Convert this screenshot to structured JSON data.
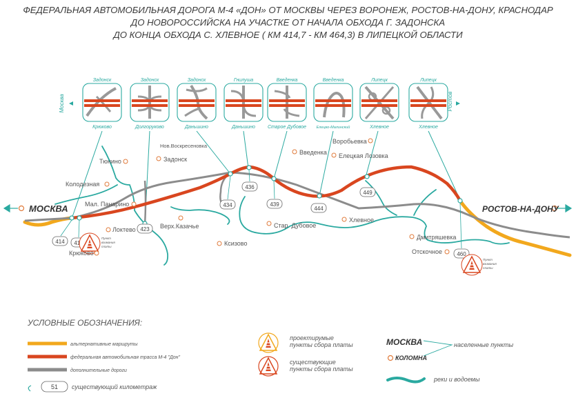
{
  "title": [
    "ФЕДЕРАЛЬНАЯ АВТОМОБИЛЬНАЯ ДОРОГА М-4 «ДОН» ОТ МОСКВЫ ЧЕРЕЗ ВОРОНЕЖ, РОСТОВ-НА-ДОНУ, КРАСНОДАР",
    "ДО НОВОРОССИЙСКА НА УЧАСТКЕ ОТ НАЧАЛА ОБХОДА Г. ЗАДОНСКА",
    "ДО КОНЦА ОБХОДА С. ХЛЕВНОЕ ( КМ 414,7 - КМ 464,3) В ЛИПЕЦКОЙ ОБЛАСТИ"
  ],
  "direction_labels": {
    "left": "Москва",
    "right": "Ростов"
  },
  "interchanges": [
    {
      "top": "Задонск",
      "bottom": "Крюково"
    },
    {
      "top": "Задонск",
      "bottom": "Долгоруково"
    },
    {
      "top": "Задонск",
      "bottom": "Даньшино"
    },
    {
      "top": "Гнилуша",
      "bottom": "Даньшино"
    },
    {
      "top": "Введенка",
      "bottom": "Старое Дубовое"
    },
    {
      "top": "Введенка",
      "bottom": "Елецко-Малинский"
    },
    {
      "top": "Липецк",
      "bottom": "Хлевное"
    },
    {
      "top": "Липецк",
      "bottom": "Хлевное"
    }
  ],
  "endpoints": {
    "left": "МОСКВА",
    "right": "РОСТОВ-НА-ДОНУ"
  },
  "km_markers": [
    "414",
    "416",
    "423",
    "434",
    "436",
    "439",
    "444",
    "449",
    "460"
  ],
  "places": {
    "tyunino": "Тюнино",
    "kolodeznaya": "Колодезная",
    "mal_panarino": "Мал. Панарино",
    "loktevo": "Локтево",
    "kryukovo": "Крюково",
    "verkh_kazachye": "Верх.Казачье",
    "ksizovo": "Ксизово",
    "nov_voskresenovka": "Нов.Воскресеновка",
    "zadonsk": "Задонск",
    "vvedenka": "Введенка",
    "vorobyevka": "Воробьевка",
    "eletskaya_lozovka": "Елецкая Лозовка",
    "star_dubovoe": "Стар. Дубовое",
    "khlevnoe": "Хлевное",
    "dmitryashevka": "Дмитряшевка",
    "otskochnoe": "Отскочное"
  },
  "toll_point_label": [
    "Пункт",
    "взимания",
    "платы"
  ],
  "legend": {
    "heading": "УСЛОВНЫЕ ОБОЗНАЧЕНИЯ:",
    "alt_routes": "альтернативные маршруты",
    "federal_road": "федеральная автомобильная трасса М-4 \"Дон\"",
    "extra_roads": "дополнительные дороги",
    "km_value": "51",
    "km_text": "существующий километраж",
    "planned_toll": [
      "проектирумые",
      "пункты сбора платы"
    ],
    "existing_toll": [
      "существующие",
      "пункты сбора платы"
    ],
    "settle_big": "МОСКВА",
    "settle_small": "КОЛОМНА",
    "settlements": "населенные пункты",
    "rivers": "реки и водоемы"
  },
  "colors": {
    "federal": "#d9461f",
    "alt": "#f2a81d",
    "extra": "#8c8c8c",
    "river": "#2aa9a0",
    "text": "#555555"
  }
}
